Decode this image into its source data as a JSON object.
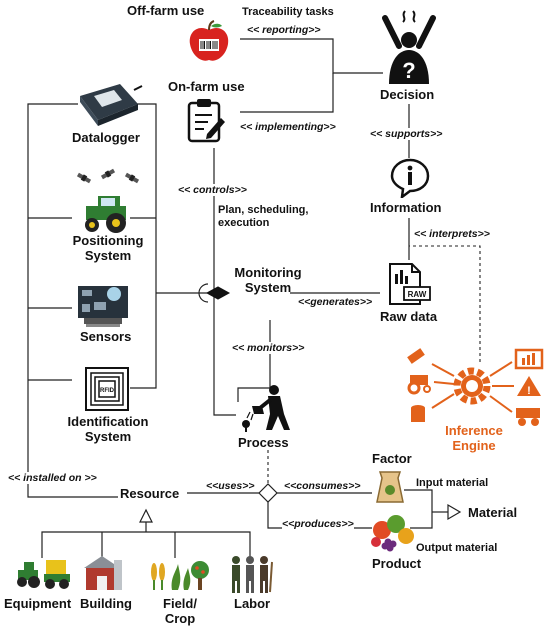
{
  "labels": {
    "off_farm_use": "Off-farm use",
    "traceability_tasks": "Traceability tasks",
    "reporting": "<< reporting>>",
    "on_farm_use": "On-farm use",
    "implementing": "<< implementing>>",
    "decision": "Decision",
    "supports": "<< supports>>",
    "information": "Information",
    "interprets": "<< interprets>>",
    "datalogger": "Datalogger",
    "positioning_system": "Positioning\nSystem",
    "sensors": "Sensors",
    "identification_system": "Identification\nSystem",
    "controls": "<< controls>>",
    "plan": "Plan, scheduling,\nexecution",
    "monitoring_system": "Monitoring\nSystem",
    "generates": "<<generates>>",
    "raw_data": "Raw data",
    "raw_tag": "RAW",
    "rfid_tag": "RFID",
    "monitors": "<< monitors>>",
    "inference_engine": "Inference\nEngine",
    "process": "Process",
    "installed_on": "<< installed on >>",
    "resource": "Resource",
    "uses": "<<uses>>",
    "consumes": "<<consumes>>",
    "factor": "Factor",
    "input_material": "Input material",
    "produces": "<<produces>>",
    "material": "Material",
    "output_material": "Output material",
    "product": "Product",
    "equipment": "Equipment",
    "building": "Building",
    "field_crop": "Field/\nCrop",
    "labor": "Labor"
  },
  "icons": {
    "off_farm": "apple-barcode-icon",
    "on_farm": "clipboard-icon",
    "decision": "decision-person-icon",
    "information": "info-icon",
    "raw_data": "raw-data-file-icon",
    "inference": "inference-gear-icon",
    "datalogger": "datalogger-icon",
    "positioning": "satellite-tractor-icon",
    "sensors": "sensor-board-icon",
    "identification": "rfid-tag-icon",
    "process": "farmer-watering-icon",
    "factor": "seed-bag-icon",
    "product": "produce-basket-icon"
  },
  "colors": {
    "orange": "#e2621b",
    "line": "#222222",
    "tractor": "#2f7d32",
    "apple": "#d8231f"
  }
}
